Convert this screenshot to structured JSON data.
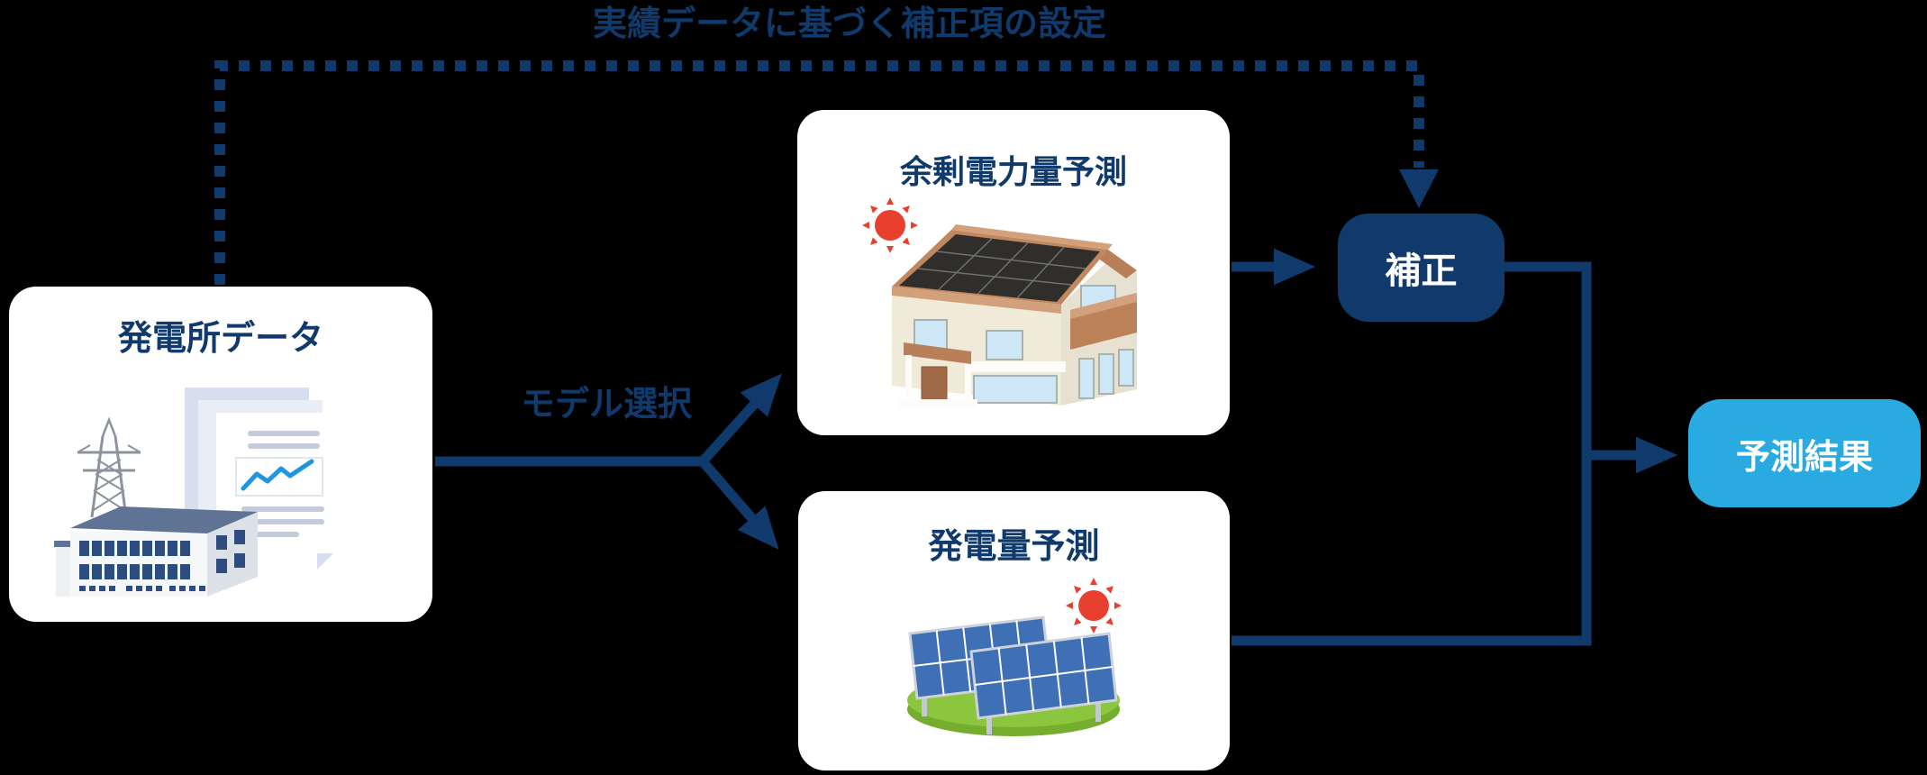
{
  "note": "実績データに基づく補正項の設定",
  "labels": {
    "model_select": "モデル選択"
  },
  "nodes": {
    "plant_data": {
      "label": "発電所データ"
    },
    "surplus_forecast": {
      "label": "余剰電力量予測"
    },
    "generation_forecast": {
      "label": "発電量予測"
    },
    "correction": {
      "label": "補正"
    },
    "result": {
      "label": "予測結果"
    }
  },
  "icons": [
    "power-plant-icon",
    "documents-icon",
    "sun-icon",
    "solar-house-icon",
    "solar-farm-icon"
  ],
  "colors": {
    "navy": "#103a6c",
    "accent_blue": "#29abe2",
    "sun_red": "#e8402f",
    "grass_green": "#8cc63f",
    "grass_rim": "#75ad2f",
    "panel_blue": "#3f6fb5"
  }
}
